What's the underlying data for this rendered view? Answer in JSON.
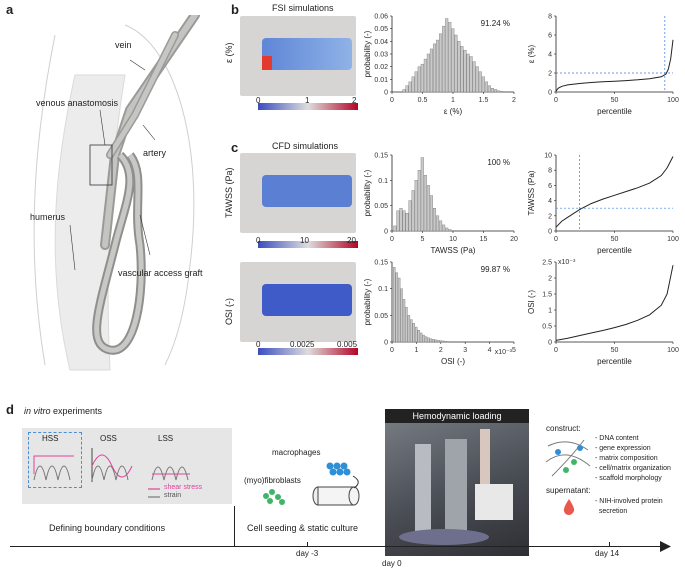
{
  "panel_labels": {
    "a": "a",
    "b": "b",
    "c": "c",
    "d": "d"
  },
  "anatomy": {
    "vein": "vein",
    "venous_anastomosis": "venous anastomosis",
    "artery": "artery",
    "humerus": "humerus",
    "graft": "vascular access graft"
  },
  "fsi": {
    "title": "FSI simulations",
    "ylabel": "ε (%)",
    "colorbar_ticks": [
      "0",
      "1",
      "2"
    ],
    "hist_pct": "91.24 %",
    "hist_ylabel": "probability (-)",
    "hist_xlabel": "ε (%)",
    "hist_yticks": [
      "0",
      "0.01",
      "0.02",
      "0.03",
      "0.04",
      "0.05",
      "0.06"
    ],
    "hist_xticks": [
      "0",
      "0.5",
      "1",
      "1.5",
      "2"
    ],
    "pct_ylabel": "ε (%)",
    "pct_xlabel": "percentile",
    "pct_yticks": [
      "0",
      "2",
      "4",
      "6",
      "8"
    ],
    "pct_xticks": [
      "0",
      "50",
      "100"
    ]
  },
  "cfd": {
    "title": "CFD simulations",
    "ylabel": "TAWSS (Pa)",
    "colorbar_ticks": [
      "0",
      "10",
      "20"
    ],
    "hist_pct": "100 %",
    "hist_ylabel": "probability (-)",
    "hist_xlabel": "TAWSS (Pa)",
    "hist_yticks": [
      "0",
      "0.05",
      "0.1",
      "0.15"
    ],
    "hist_xticks": [
      "0",
      "5",
      "10",
      "15",
      "20"
    ],
    "pct_ylabel": "TAWSS (Pa)",
    "pct_xlabel": "percentile",
    "pct_yticks": [
      "0",
      "2",
      "4",
      "6",
      "8",
      "10"
    ],
    "pct_xticks": [
      "0",
      "50",
      "100"
    ]
  },
  "osi": {
    "ylabel": "OSI (-)",
    "colorbar_ticks": [
      "0",
      "0.0025",
      "0.005"
    ],
    "hist_pct": "99.87 %",
    "hist_ylabel": "probability (-)",
    "hist_xlabel": "OSI (-)",
    "hist_exp": "x10⁻³",
    "hist_yticks": [
      "0",
      "0.05",
      "0.1",
      "0.15"
    ],
    "hist_xticks": [
      "0",
      "1",
      "2",
      "3",
      "4",
      "5"
    ],
    "pct_ylabel": "OSI (-)",
    "pct_xlabel": "percentile",
    "pct_exp": "x10⁻³",
    "pct_yticks": [
      "0",
      "0.5",
      "1",
      "1.5",
      "2",
      "2.5"
    ],
    "pct_xticks": [
      "0",
      "50",
      "100"
    ]
  },
  "experiments": {
    "title": "in vitro",
    "title_rest": " experiments",
    "hss": "HSS",
    "oss": "OSS",
    "lss": "LSS",
    "legend_shear": "shear stress",
    "legend_strain": "strain",
    "macrophages": "macrophages",
    "myofibroblasts": "(myo)fibroblasts",
    "hemodynamic_loading": "Hemodynamic loading",
    "construct": "construct:",
    "construct_items": [
      "- DNA content",
      "- gene expression",
      "- matrix composition",
      "- cell/matrix organization",
      "- scaffold morphology"
    ],
    "supernatant": "supernatant:",
    "supernatant_items": [
      "- NIH-involved protein",
      "  secretion"
    ],
    "defining": "Defining boundary conditions",
    "seeding": "Cell seeding & static culture",
    "day_m3": "day -3",
    "day_0": "day 0",
    "day_14": "day 14"
  },
  "chart_data": [
    {
      "type": "bar",
      "title": "",
      "annotation": "91.24 %",
      "xlabel": "ε (%)",
      "ylabel": "probability (-)",
      "xlim": [
        0,
        2
      ],
      "ylim": [
        0,
        0.06
      ],
      "bin_width": 0.05,
      "x": [
        0.2,
        0.25,
        0.3,
        0.35,
        0.4,
        0.45,
        0.5,
        0.55,
        0.6,
        0.65,
        0.7,
        0.75,
        0.8,
        0.85,
        0.9,
        0.95,
        1.0,
        1.05,
        1.1,
        1.15,
        1.2,
        1.25,
        1.3,
        1.35,
        1.4,
        1.45,
        1.5,
        1.55,
        1.6,
        1.65,
        1.7,
        1.75,
        1.8
      ],
      "values": [
        0.002,
        0.005,
        0.008,
        0.012,
        0.016,
        0.02,
        0.022,
        0.026,
        0.03,
        0.034,
        0.038,
        0.041,
        0.046,
        0.052,
        0.058,
        0.055,
        0.05,
        0.045,
        0.04,
        0.036,
        0.033,
        0.03,
        0.028,
        0.024,
        0.02,
        0.016,
        0.012,
        0.008,
        0.005,
        0.003,
        0.002,
        0.001,
        0.0005
      ]
    },
    {
      "type": "line",
      "xlabel": "percentile",
      "ylabel": "ε (%)",
      "xlim": [
        0,
        100
      ],
      "ylim": [
        0,
        8
      ],
      "x": [
        0,
        2,
        5,
        10,
        20,
        30,
        40,
        50,
        60,
        70,
        80,
        90,
        94,
        96,
        98,
        100
      ],
      "values": [
        0.1,
        0.4,
        0.6,
        0.75,
        0.9,
        1.0,
        1.07,
        1.13,
        1.2,
        1.28,
        1.4,
        1.6,
        1.9,
        2.4,
        3.5,
        5.5
      ],
      "reference": {
        "x": 93,
        "y": 2
      }
    },
    {
      "type": "bar",
      "annotation": "100 %",
      "xlabel": "TAWSS (Pa)",
      "ylabel": "probability (-)",
      "xlim": [
        0,
        20
      ],
      "ylim": [
        0,
        0.15
      ],
      "bin_width": 0.5,
      "x": [
        0.5,
        1,
        1.5,
        2,
        2.5,
        3,
        3.5,
        4,
        4.5,
        5,
        5.5,
        6,
        6.5,
        7,
        7.5,
        8,
        8.5,
        9,
        9.5,
        10
      ],
      "values": [
        0.01,
        0.04,
        0.045,
        0.04,
        0.035,
        0.06,
        0.08,
        0.1,
        0.12,
        0.145,
        0.11,
        0.09,
        0.07,
        0.045,
        0.03,
        0.02,
        0.012,
        0.006,
        0.003,
        0.001
      ]
    },
    {
      "type": "line",
      "xlabel": "percentile",
      "ylabel": "TAWSS (Pa)",
      "xlim": [
        0,
        100
      ],
      "ylim": [
        0,
        10
      ],
      "x": [
        0,
        5,
        10,
        20,
        30,
        40,
        50,
        60,
        70,
        80,
        90,
        95,
        100
      ],
      "values": [
        0.5,
        1.3,
        1.8,
        2.8,
        3.6,
        4.2,
        4.7,
        5.2,
        5.7,
        6.3,
        7.3,
        8.3,
        9.8
      ],
      "reference": {
        "x": 20,
        "y": 3
      }
    },
    {
      "type": "bar",
      "annotation": "99.87 %",
      "xlabel": "OSI (-)",
      "ylabel": "probability (-)",
      "xlim": [
        0,
        5
      ],
      "ylim": [
        0,
        0.15
      ],
      "bin_width": 0.1,
      "x": [
        0.1,
        0.2,
        0.3,
        0.4,
        0.5,
        0.6,
        0.7,
        0.8,
        0.9,
        1.0,
        1.1,
        1.2,
        1.3,
        1.4,
        1.5,
        1.6,
        1.7,
        1.8,
        1.9,
        2.0,
        2.1,
        2.2,
        2.3
      ],
      "values": [
        0.14,
        0.13,
        0.12,
        0.1,
        0.08,
        0.065,
        0.05,
        0.042,
        0.035,
        0.028,
        0.022,
        0.017,
        0.013,
        0.01,
        0.008,
        0.006,
        0.005,
        0.004,
        0.003,
        0.0025,
        0.002,
        0.0015,
        0.001
      ]
    },
    {
      "type": "line",
      "xlabel": "percentile",
      "ylabel": "OSI (-)",
      "xlim": [
        0,
        100
      ],
      "ylim": [
        0,
        2.5
      ],
      "x": [
        0,
        10,
        20,
        30,
        40,
        50,
        60,
        70,
        80,
        90,
        95,
        100
      ],
      "values": [
        0.05,
        0.12,
        0.2,
        0.28,
        0.36,
        0.45,
        0.55,
        0.68,
        0.85,
        1.15,
        1.5,
        2.4
      ]
    }
  ]
}
